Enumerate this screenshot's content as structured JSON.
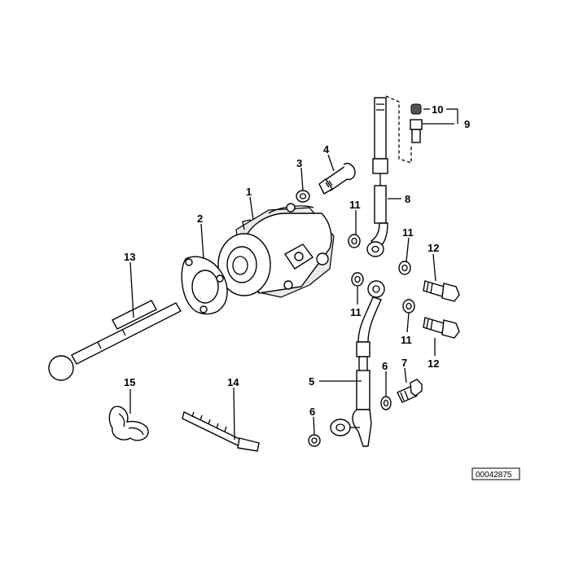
{
  "diagram": {
    "callouts": {
      "c1": "1",
      "c2": "2",
      "c3": "3",
      "c4": "4",
      "c5": "5",
      "c6a": "6",
      "c6b": "6",
      "c7": "7",
      "c8": "8",
      "c9": "9",
      "c10": "10",
      "c11a": "11",
      "c11b": "11",
      "c11c": "11",
      "c11d": "11",
      "c12a": "12",
      "c12b": "12",
      "c13": "13",
      "c14": "14",
      "c15": "15"
    },
    "reference_number": "00042875"
  }
}
